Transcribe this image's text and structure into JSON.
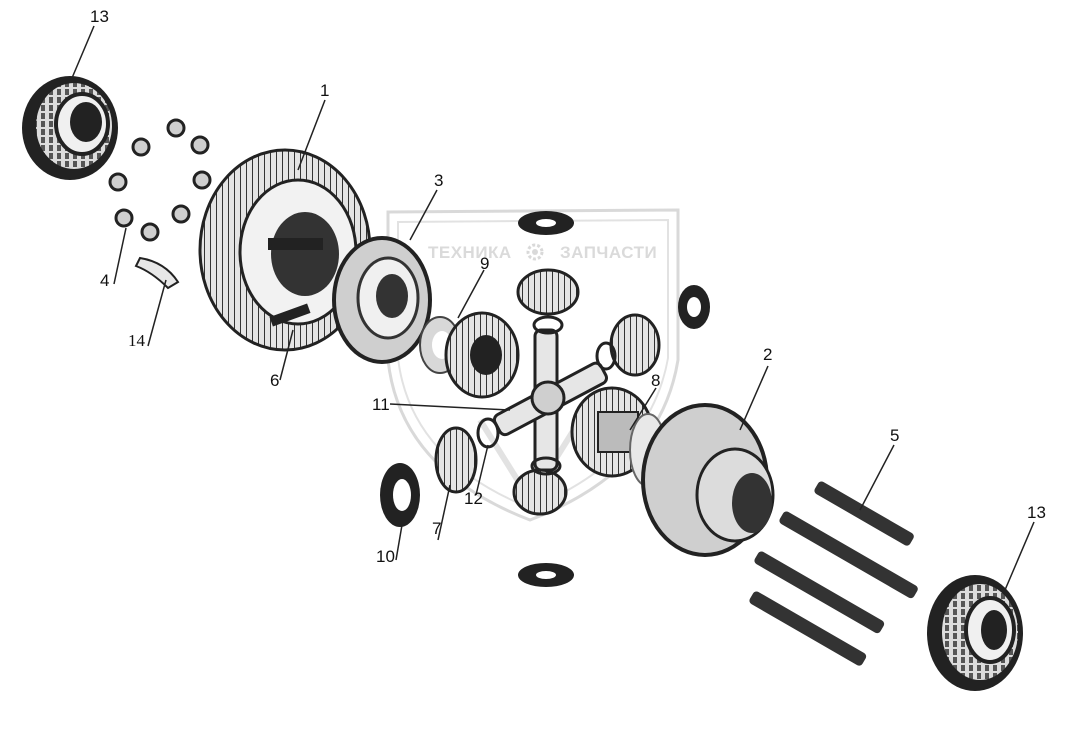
{
  "watermark": {
    "left_text": "ТЕХНИКА",
    "right_text": "ЗАПЧАСТИ",
    "logo_icon": "gear-icon",
    "color": "#bdbdbd"
  },
  "callouts": [
    {
      "id": "c1",
      "text": "1"
    },
    {
      "id": "c2",
      "text": "2"
    },
    {
      "id": "c3",
      "text": "3"
    },
    {
      "id": "c4",
      "text": "4"
    },
    {
      "id": "c5",
      "text": "5"
    },
    {
      "id": "c6",
      "text": "6"
    },
    {
      "id": "c7",
      "text": "7"
    },
    {
      "id": "c8",
      "text": "8"
    },
    {
      "id": "c9",
      "text": "9"
    },
    {
      "id": "c10",
      "text": "10"
    },
    {
      "id": "c11",
      "text": "11"
    },
    {
      "id": "c12",
      "text": "12"
    },
    {
      "id": "c13a",
      "text": "13"
    },
    {
      "id": "c13b",
      "text": "13"
    },
    {
      "id": "c14",
      "text": "14"
    }
  ],
  "colors": {
    "ink": "#111111",
    "metal": "#d9d9d9",
    "shadow": "#3a3a3a"
  }
}
